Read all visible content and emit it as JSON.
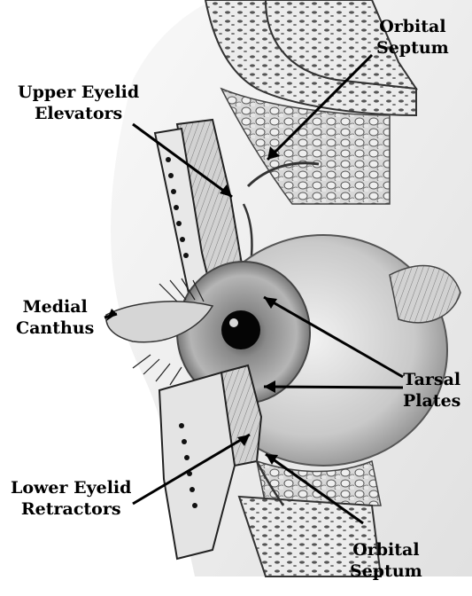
{
  "labels": {
    "orbital_septum_top": {
      "line1": "Orbital",
      "line2": "Septum"
    },
    "upper_eyelid_elevators": {
      "line1": "Upper Eyelid",
      "line2": "Elevators"
    },
    "medial_canthus": {
      "line1": "Medial",
      "line2": "Canthus"
    },
    "tarsal_plates": {
      "line1": "Tarsal",
      "line2": "Plates"
    },
    "lower_eyelid_retractors": {
      "line1": "Lower Eyelid",
      "line2": "Retractors"
    },
    "orbital_septum_bottom": {
      "line1": "Orbital",
      "line2": "Septum"
    }
  }
}
